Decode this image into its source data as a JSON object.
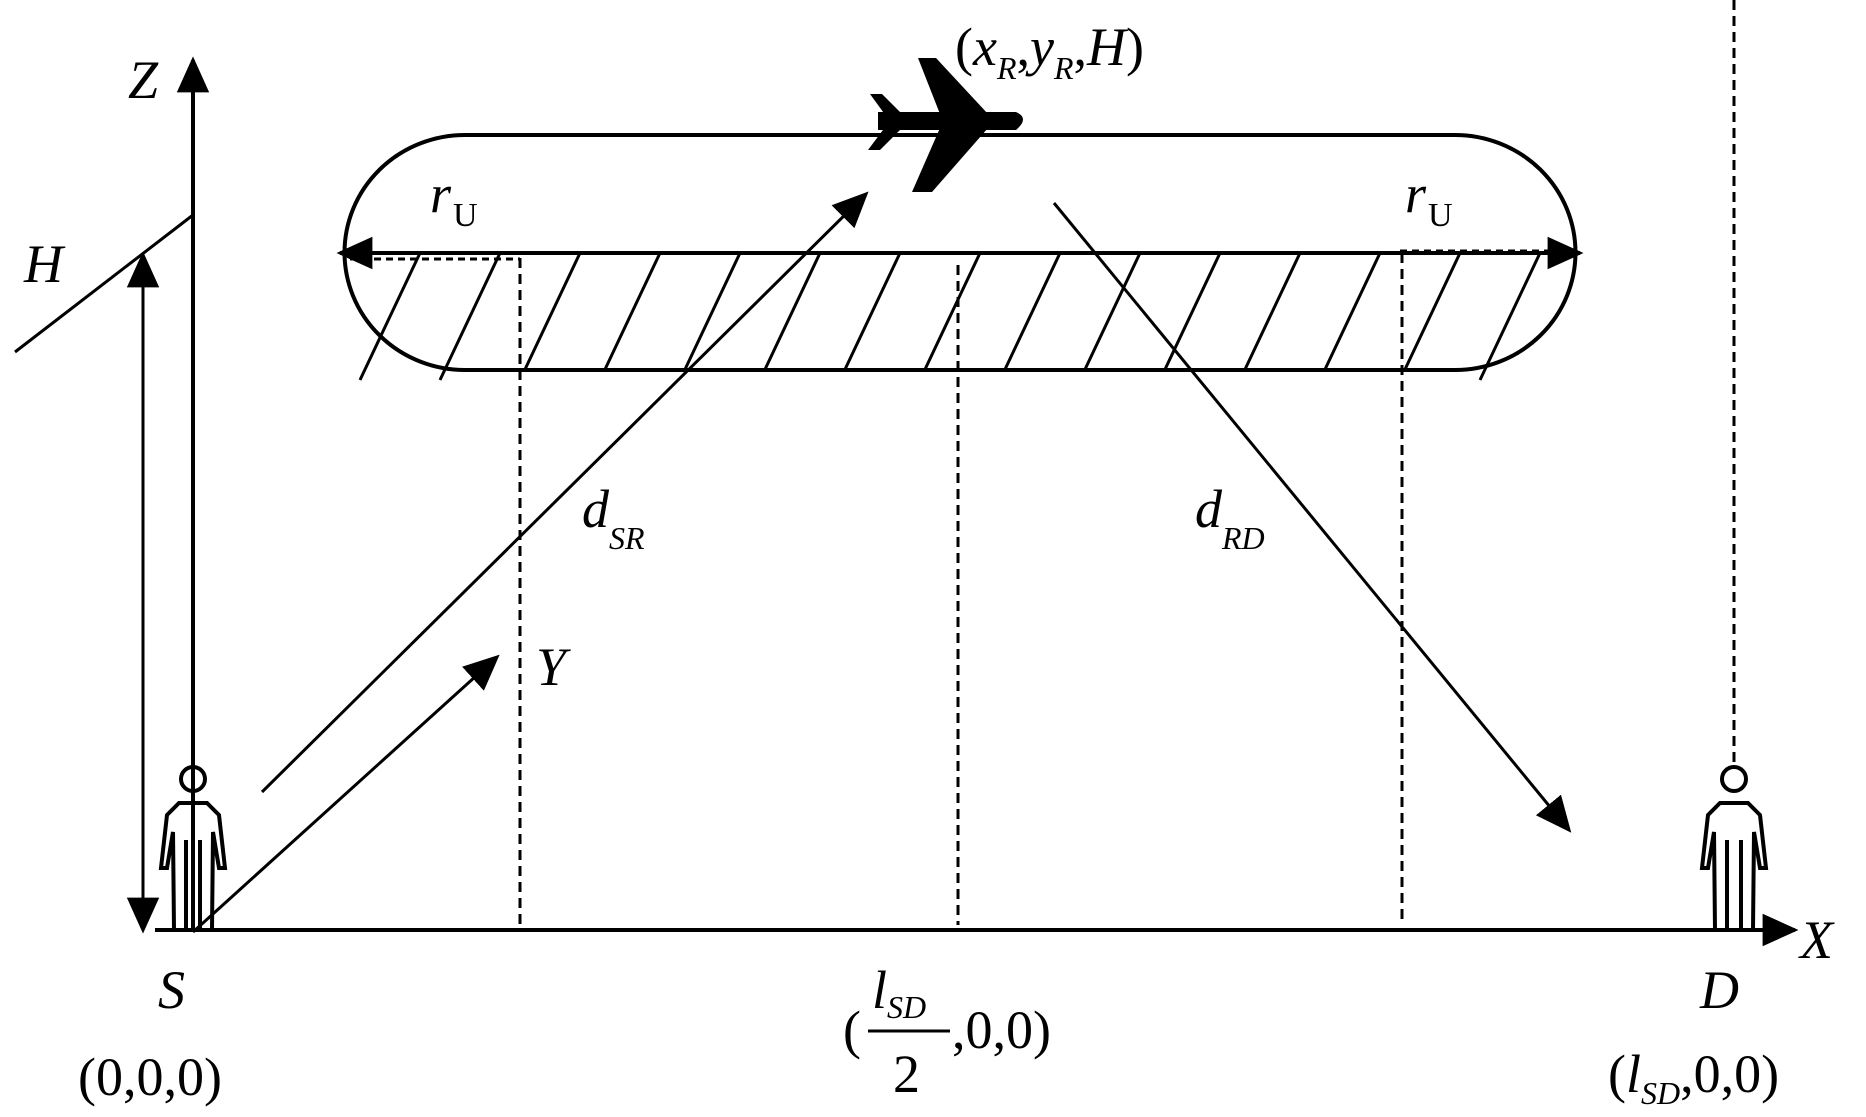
{
  "axes": {
    "z_label": "Z",
    "x_label": "X",
    "y_label": "Y",
    "h_label": "H"
  },
  "aircraft": {
    "icon": "airplane-icon",
    "position": {
      "open": "(",
      "x": "x",
      "x_sub": "R",
      "comma1": ",",
      "y": "y",
      "y_sub": "R",
      "comma2": ",",
      "h": "H",
      "close": ")"
    }
  },
  "radius": {
    "left": {
      "r": "r",
      "sub": "U"
    },
    "right": {
      "r": "r",
      "sub": "U"
    }
  },
  "distances": {
    "sr": {
      "d": "d",
      "sub": "SR"
    },
    "rd": {
      "d": "d",
      "sub": "RD"
    }
  },
  "source": {
    "icon": "person-icon",
    "label": "S",
    "coord": "(0,0,0)"
  },
  "midpoint": {
    "open": "(",
    "num": "l",
    "num_sub": "SD",
    "den": "2",
    "rest": ",0,0)"
  },
  "destination": {
    "icon": "person-icon",
    "label": "D",
    "coord_open": "(",
    "l": "l",
    "l_sub": "SD",
    "coord_rest": ",0,0)"
  },
  "colors": {
    "ink": "#000000",
    "background": "#ffffff"
  }
}
